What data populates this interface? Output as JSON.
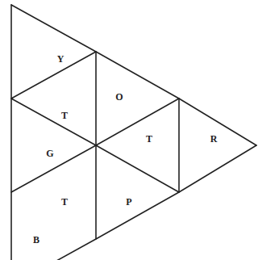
{
  "diagram": {
    "labels": [
      "Y",
      "T",
      "O",
      "G",
      "T",
      "R",
      "T",
      "P",
      "B"
    ]
  }
}
